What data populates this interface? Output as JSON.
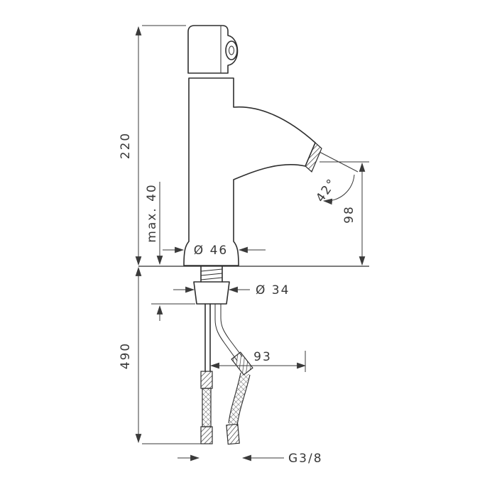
{
  "page": {
    "background": "#ffffff",
    "line_color": "#3a3a3a"
  },
  "diagram": {
    "type": "technical-dimension-drawing",
    "subject": "single-hole basin mixer faucet, front elevation with flexible supply hoses",
    "labels": {
      "height_total": "220",
      "max_mounting_thickness": "max. 40",
      "height_below_deck": "490",
      "base_diameter": "Ø 46",
      "hole_diameter": "Ø 34",
      "spout_angle": "42°",
      "spout_height": "98",
      "hose_offset": "93",
      "thread": "G3/8"
    }
  }
}
